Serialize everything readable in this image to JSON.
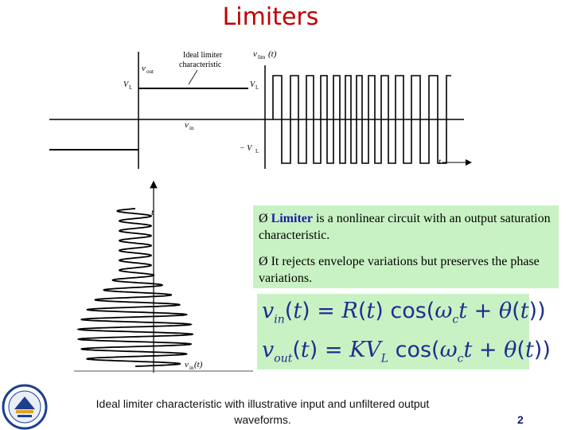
{
  "title": "Limiters",
  "figure": {
    "ideal_label_line1": "Ideal limiter",
    "ideal_label_line2": "characteristic",
    "vout_axis_label": "v",
    "vout_axis_sub": "out",
    "vlim_label": "v",
    "vlim_sub": "lim",
    "vlim_arg": "(t)",
    "VL_label": "V",
    "VL_sub": "L",
    "negVL_label": "− V",
    "vin_axis_label": "v",
    "vin_axis_sub": "in",
    "t_label": "t",
    "t_label_vertical": "t",
    "vin_wave_label": "v",
    "vin_wave_sub": "in",
    "vin_wave_arg": "(t)"
  },
  "bullets": [
    {
      "keyword": "Limiter",
      "text": " is a nonlinear circuit with an output saturation characteristic."
    },
    {
      "keyword": "",
      "text": "It rejects envelope variations but preserves the phase variations."
    }
  ],
  "bullet_marker": "Ø",
  "equations": {
    "eq1": {
      "lhs": "v",
      "lhs_sub": "in",
      "rest_a": "(",
      "t": "t",
      "rest_b": ") = ",
      "R": "R",
      "rest_c": "(",
      "t2": "t",
      "rest_d": ") cos(",
      "omega": "ω",
      "omega_sub": "c",
      "t3": "t",
      "plus": " + ",
      "theta": "θ",
      "rest_e": "(",
      "t4": "t",
      "rest_f": "))"
    },
    "eq2": {
      "lhs": "v",
      "lhs_sub": "out",
      "rest_a": "(",
      "t": "t",
      "rest_b": ") = ",
      "K": "KV",
      "K_sub": "L",
      "rest_c": " cos(",
      "omega": "ω",
      "omega_sub": "c",
      "t3": "t",
      "plus": " + ",
      "theta": "θ",
      "rest_e": "(",
      "t4": "t",
      "rest_f": "))"
    }
  },
  "caption": "Ideal limiter characteristic with illustrative input and unfiltered output waveforms.",
  "page_number": "2",
  "colors": {
    "title": "#c00000",
    "box": "#c9f2c4",
    "equation": "#1f2d8f",
    "keyword": "#1a1aa6"
  }
}
